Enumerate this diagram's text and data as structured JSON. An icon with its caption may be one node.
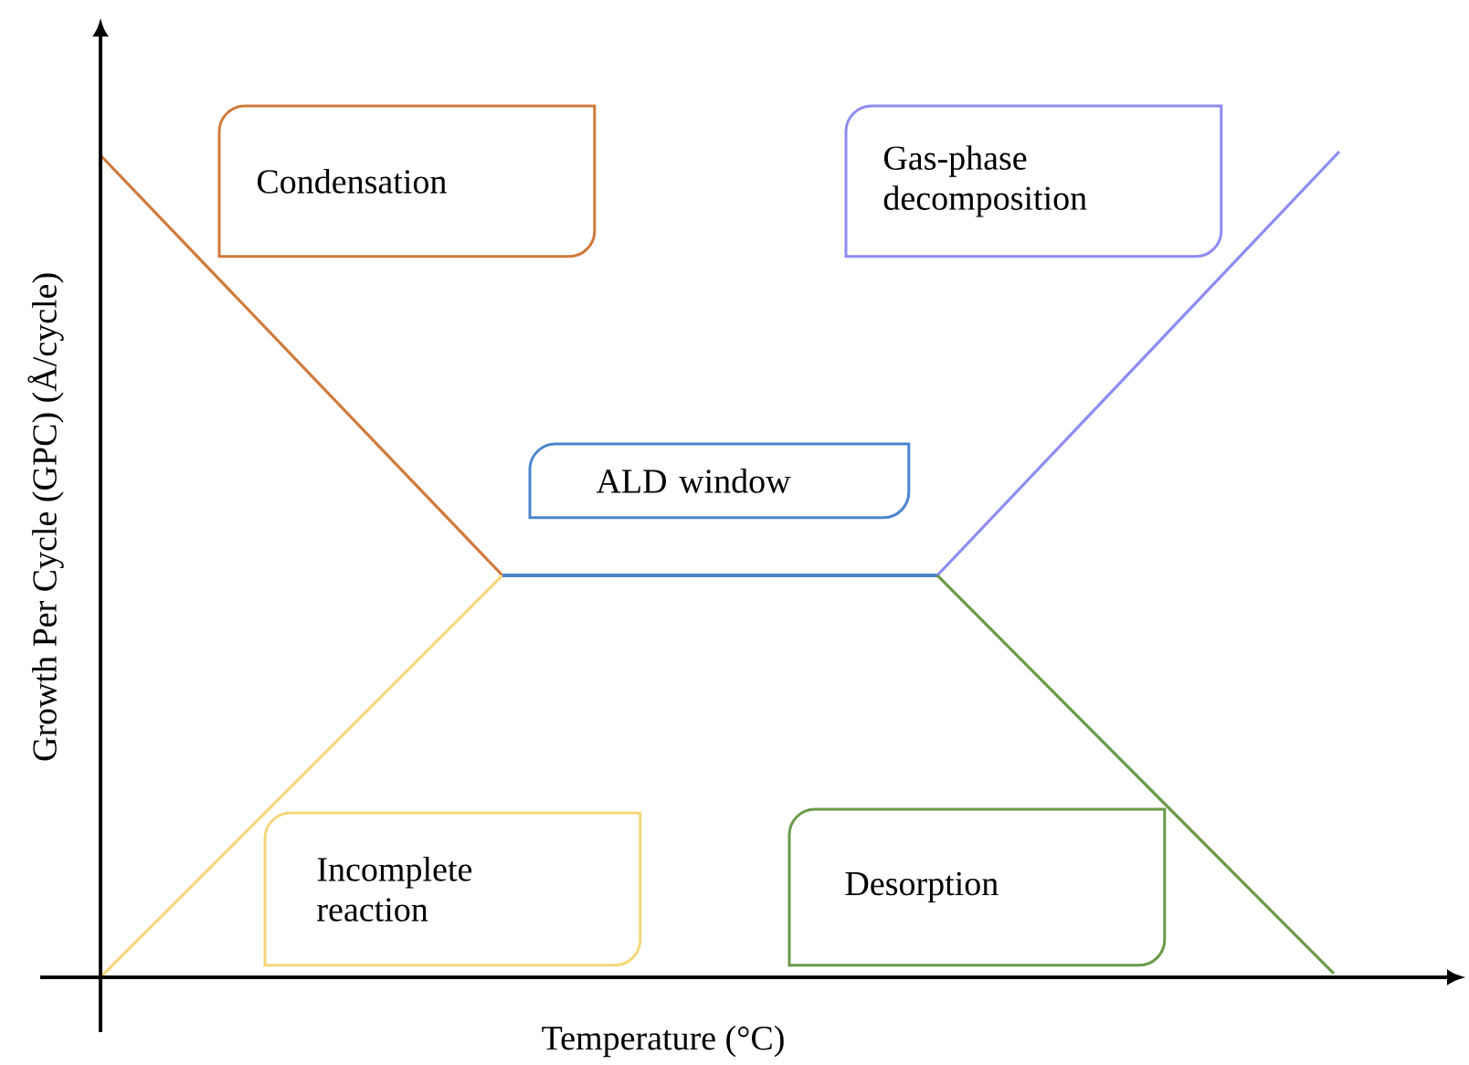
{
  "diagram": {
    "nodes": [
      {
        "text": [
          "Condensation"
        ]
      },
      {
        "text": [
          "Gas-phase decomposition"
        ]
      },
      {
        "text": [
          "ALD window"
        ]
      },
      {
        "text": [
          "Incomplete reaction"
        ]
      },
      {
        "text": [
          "Desorption"
        ]
      }
    ],
    "labels": [
      "Growth Per Cycle (GPC) (Å/cycle)",
      "Temperature (°C)"
    ]
  }
}
